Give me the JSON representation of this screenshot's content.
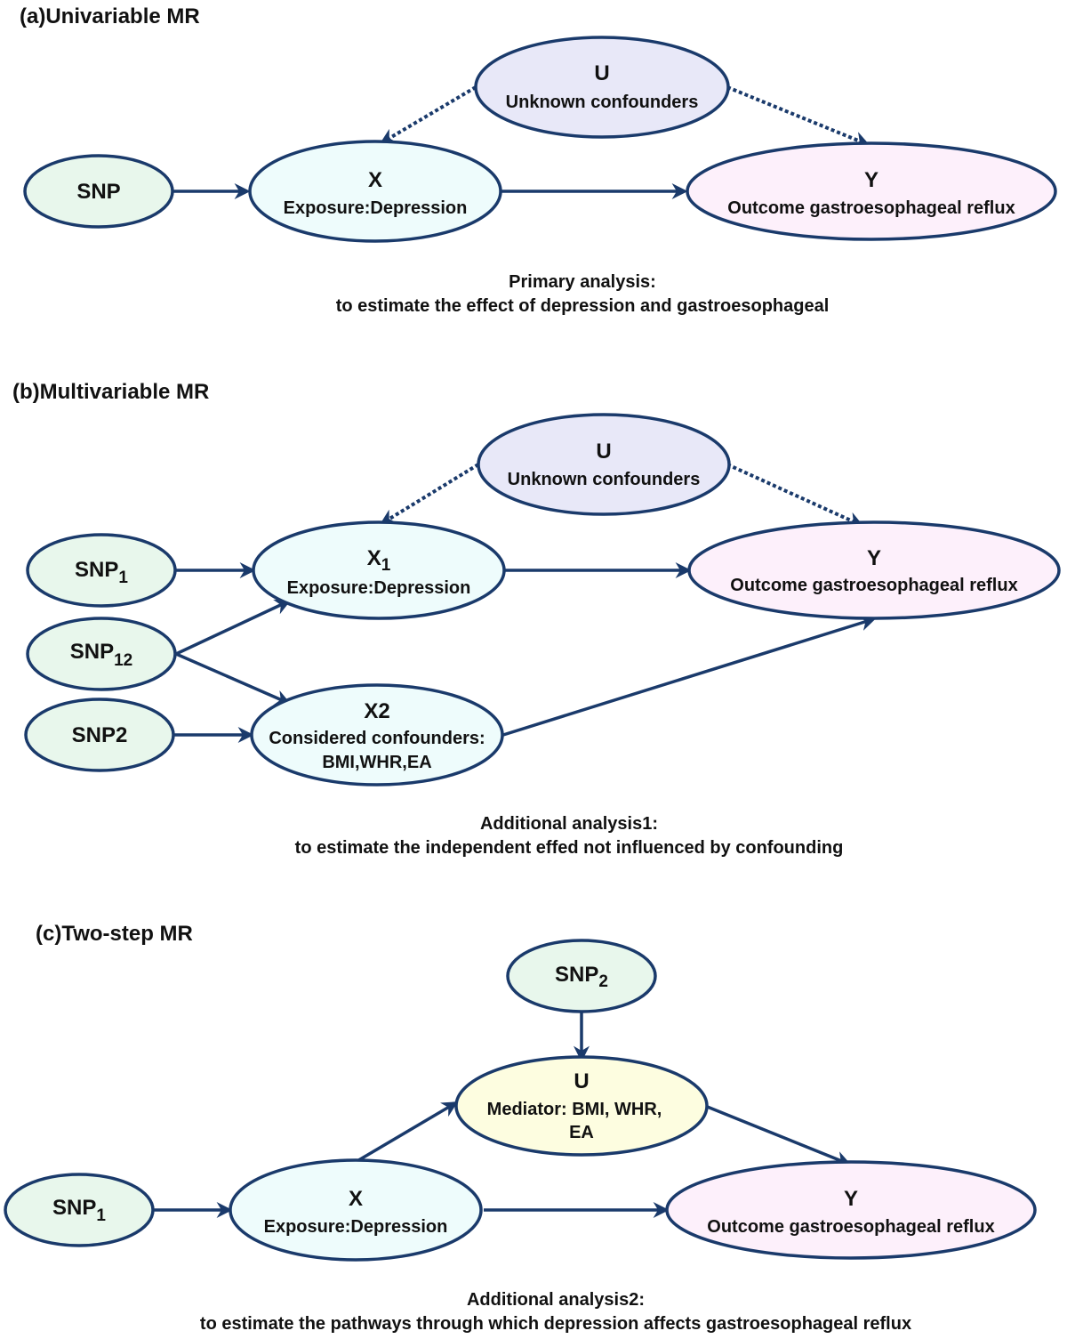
{
  "colors": {
    "stroke": "#1a3a6b",
    "snp": "#e8f7ec",
    "exposure": "#eefcfc",
    "outcome": "#fdf0fb",
    "confounder": "#e8e8f8",
    "mediator": "#fdfde0"
  },
  "panel_a": {
    "title": "(a)Univariable MR",
    "u_label": "U",
    "u_sub": "Unknown confounders",
    "snp_label": "SNP",
    "x_label": "X",
    "x_sub": "Exposure:Depression",
    "y_label": "Y",
    "y_sub": "Outcome gastroesophageal reflux",
    "caption_line1": "Primary analysis:",
    "caption_line2": "to estimate the  effect of depression and gastroesophageal"
  },
  "panel_b": {
    "title": "(b)Multivariable MR",
    "u_label": "U",
    "u_sub": "Unknown confounders",
    "snp1_label": "SNP",
    "snp1_sub": "1",
    "snp12_label": "SNP",
    "snp12_sub": "12",
    "snp2_label": "SNP2",
    "x1_label": "X",
    "x1_sub_index": "1",
    "x1_sub": "Exposure:Depression",
    "x2_label": "X2",
    "x2_sub1": "Considered confounders:",
    "x2_sub2": "BMI,WHR,EA",
    "y_label": "Y",
    "y_sub": "Outcome gastroesophageal reflux",
    "caption_line1": "Additional analysis1:",
    "caption_line2": "to estimate the  independent effed not influenced by confounding"
  },
  "panel_c": {
    "title": "(c)Two-step MR",
    "snp2_label": "SNP",
    "snp2_sub": "2",
    "u_label": "U",
    "u_sub1": "Mediator:  BMI,  WHR,",
    "u_sub2": "EA",
    "snp1_label": "SNP",
    "snp1_sub": "1",
    "x_label": "X",
    "x_sub": "Exposure:Depression",
    "y_label": "Y",
    "y_sub": "Outcome gastroesophageal reflux",
    "caption_line1": "Additional analysis2:",
    "caption_line2": "to estimate the  pathways through which depression affects gastroesophageal reflux"
  }
}
